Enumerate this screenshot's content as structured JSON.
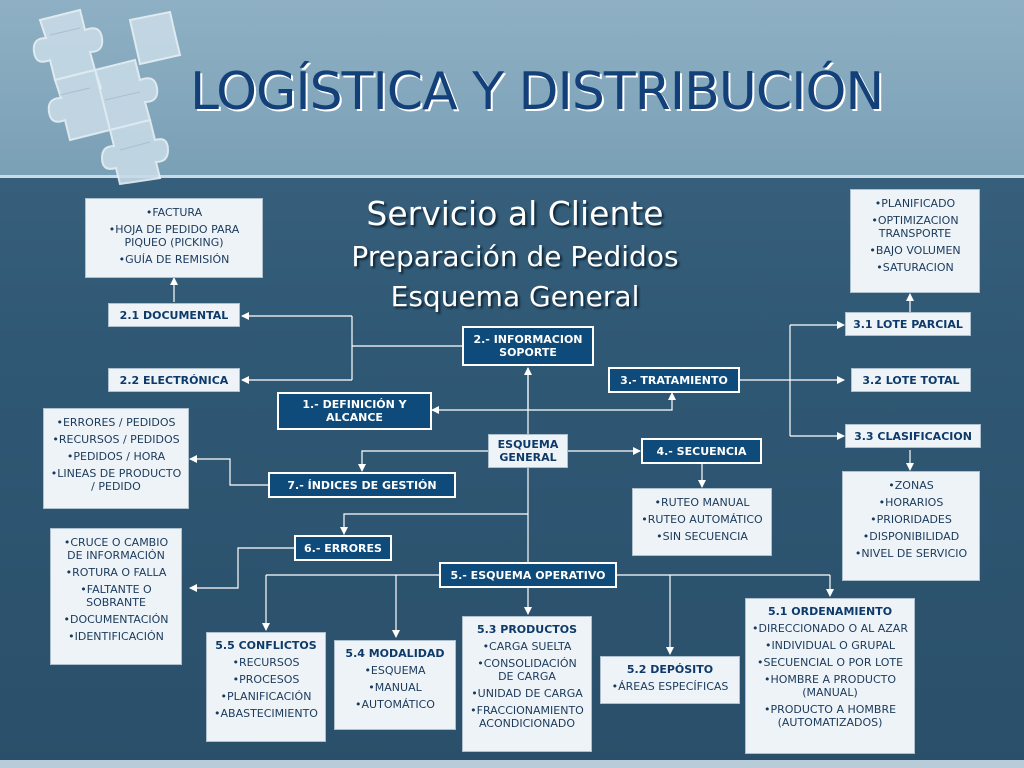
{
  "slide": {
    "title": "LOGÍSTICA Y DISTRIBUCIÓN",
    "heading1": "Servicio al Cliente",
    "heading2": "Preparación de Pedidos",
    "heading3": "Esquema General"
  },
  "colors": {
    "background": "#2f5874",
    "header": "#8fb0c4",
    "title": "#14407a",
    "dark_box": "#0e4a7a",
    "light_box": "#eef3f7",
    "connector": "#ffffff"
  },
  "icons": {
    "logo": "puzzle-pieces-icon"
  },
  "nodes": {
    "center": "ESQUEMA GENERAL",
    "n1": "1.- DEFINICIÓN Y ALCANCE",
    "n2": "2.- INFORMACION SOPORTE",
    "n21": "2.1 DOCUMENTAL",
    "n22": "2.2 ELECTRÓNICA",
    "n3": "3.- TRATAMIENTO",
    "n31": "3.1 LOTE PARCIAL",
    "n32": "3.2 LOTE TOTAL",
    "n33": "3.3 CLASIFICACION",
    "n4": "4.- SECUENCIA",
    "n5": "5.- ESQUEMA OPERATIVO",
    "n51": "5.1 ORDENAMIENTO",
    "n52": "5.2 DEPÓSITO",
    "n53": "5.3 PRODUCTOS",
    "n54": "5.4 MODALIDAD",
    "n55": "5.5 CONFLICTOS",
    "n6": "6.- ERRORES",
    "n7": "7.- ÍNDICES DE GESTIÓN"
  },
  "lists": {
    "documental": [
      "•FACTURA",
      "•HOJA DE PEDIDO PARA PIQUEO (PICKING)",
      "•GUÍA DE REMISIÓN"
    ],
    "lote_parcial": [
      "•PLANIFICADO",
      "•OPTIMIZACION TRANSPORTE",
      "•BAJO VOLUMEN",
      "•SATURACION"
    ],
    "indices": [
      "•ERRORES / PEDIDOS",
      "•RECURSOS / PEDIDOS",
      "•PEDIDOS / HORA",
      "•LINEAS DE PRODUCTO / PEDIDO"
    ],
    "clasificacion": [
      "•ZONAS",
      "•HORARIOS",
      "•PRIORIDADES",
      "•DISPONIBILIDAD",
      "•NIVEL DE SERVICIO"
    ],
    "secuencia": [
      "•RUTEO MANUAL",
      "•RUTEO AUTOMÁTICO",
      "•SIN SECUENCIA"
    ],
    "errores": [
      "•CRUCE O CAMBIO DE INFORMACIÓN",
      "•ROTURA O FALLA",
      "•FALTANTE O SOBRANTE",
      "•DOCUMENTACIÓN",
      "•IDENTIFICACIÓN"
    ],
    "ordenamiento": [
      "•DIRECCIONADO O AL AZAR",
      "•INDIVIDUAL O GRUPAL",
      "•SECUENCIAL O POR LOTE",
      "•HOMBRE A PRODUCTO (MANUAL)",
      "•PRODUCTO A HOMBRE (AUTOMATIZADOS)"
    ],
    "deposito": [
      "•ÁREAS ESPECÍFICAS"
    ],
    "productos": [
      "•CARGA SUELTA",
      "•CONSOLIDACIÓN DE CARGA",
      "•UNIDAD DE CARGA",
      "•FRACCIONAMIENTO ACONDICIONADO"
    ],
    "modalidad": [
      "•ESQUEMA",
      "•MANUAL",
      "•AUTOMÁTICO"
    ],
    "conflictos": [
      "•RECURSOS",
      "•PROCESOS",
      "•PLANIFICACIÓN",
      "•ABASTECIMIENTO"
    ]
  }
}
